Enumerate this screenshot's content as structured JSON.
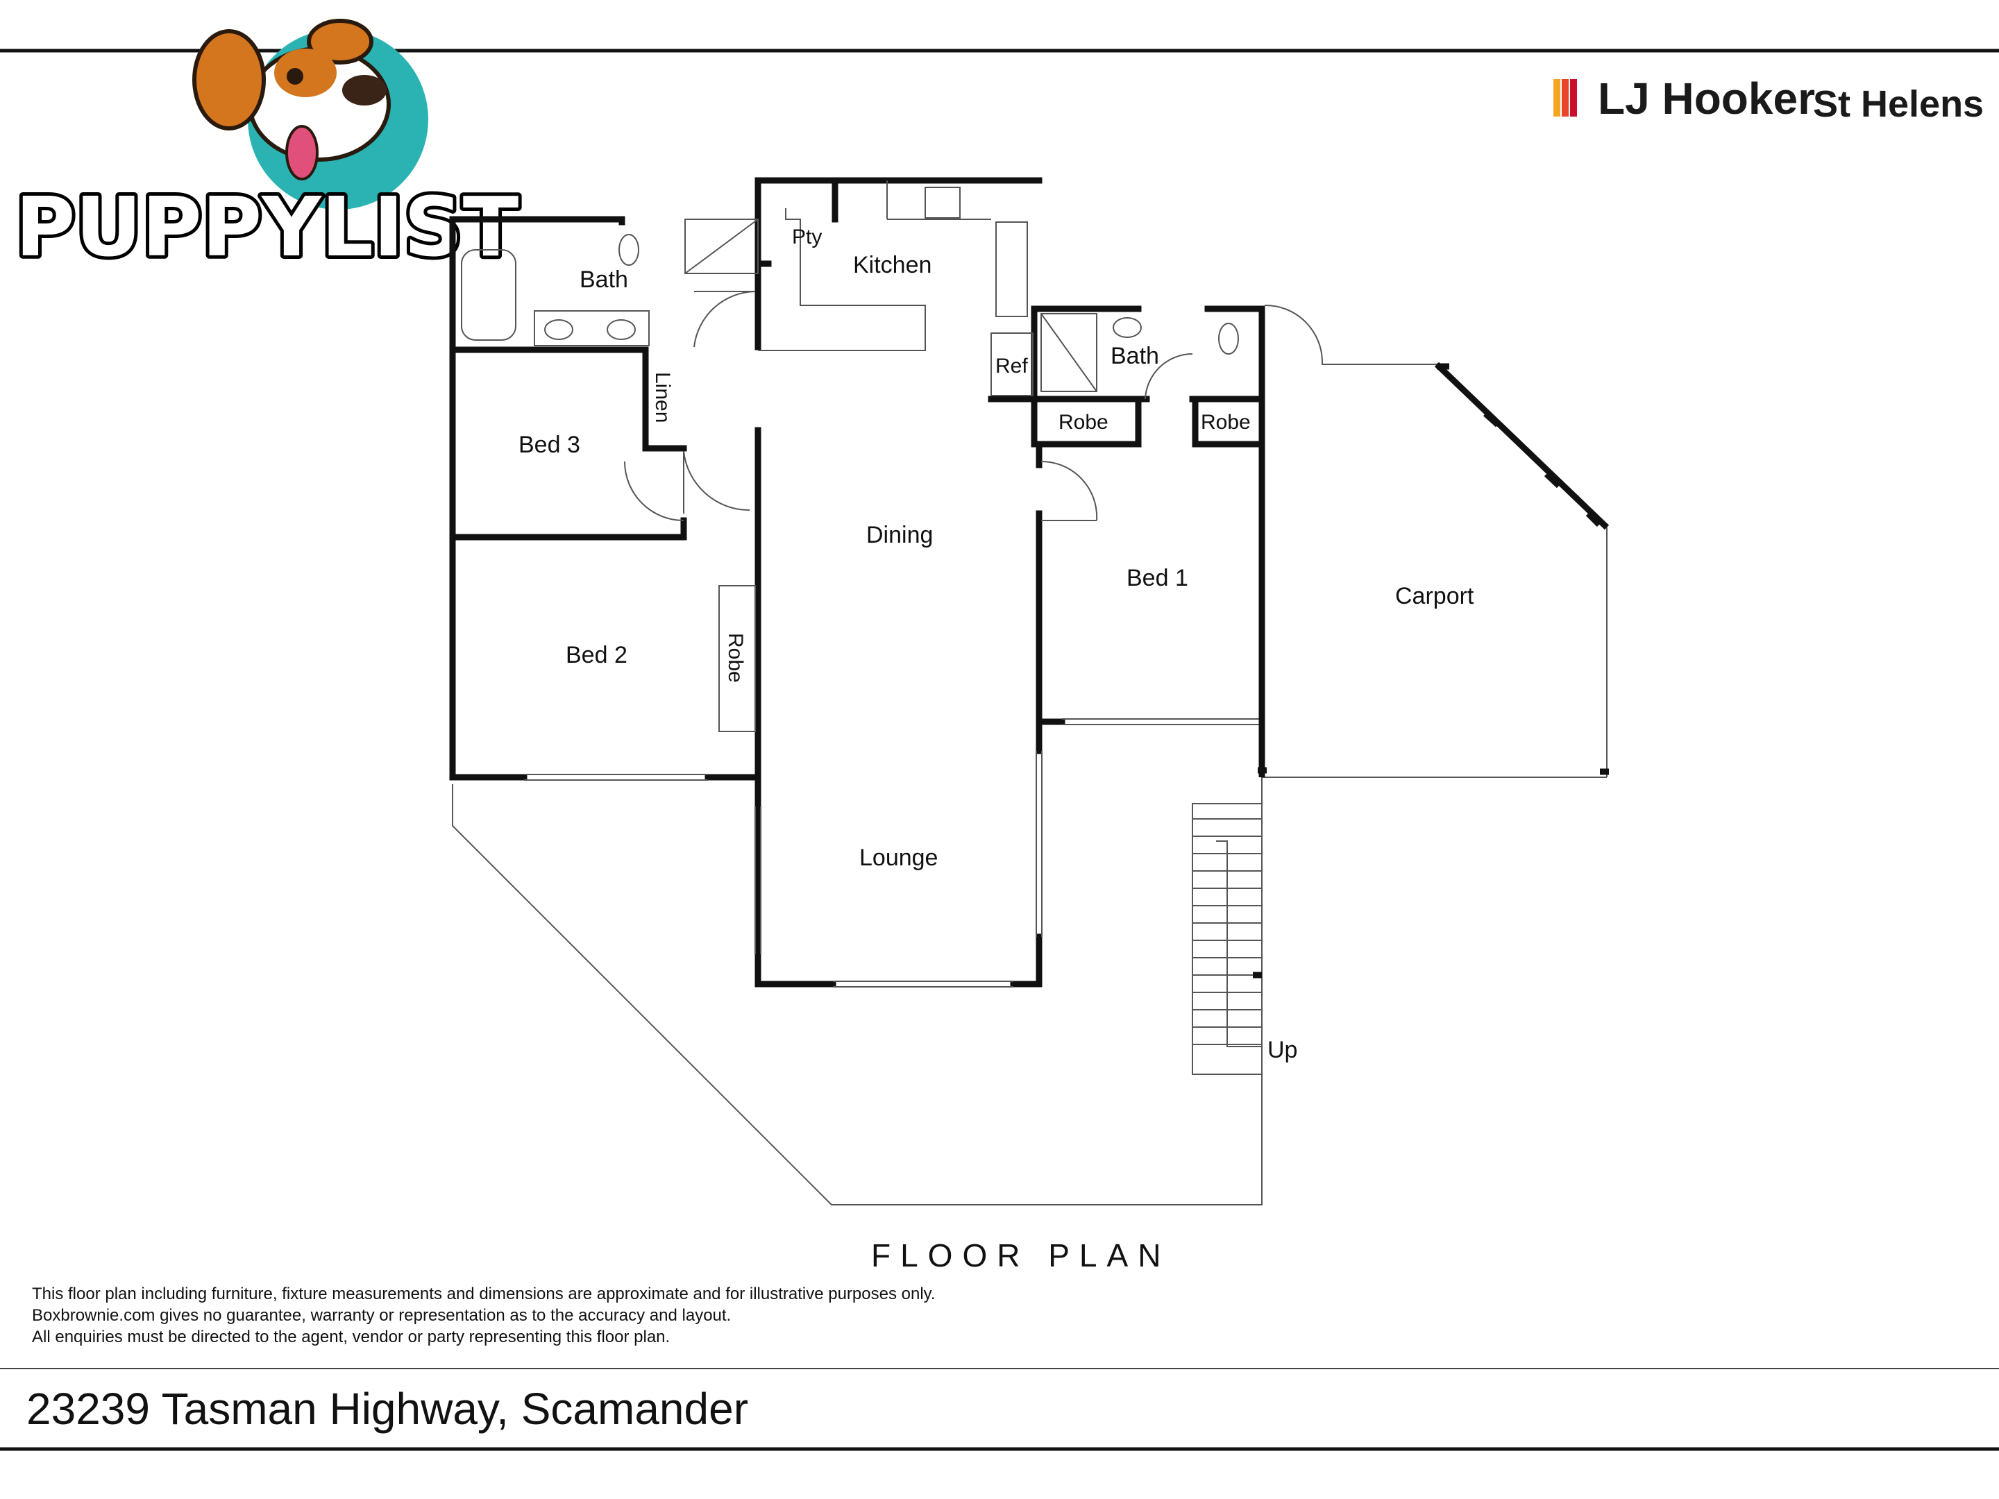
{
  "watermark": {
    "text": "PUPPYLIST"
  },
  "agency": {
    "brand": "LJ Hooker",
    "office": "St Helens",
    "brand_colors": [
      "#f5a623",
      "#e8452c",
      "#c8102e"
    ]
  },
  "rooms": {
    "bath_main": "Bath",
    "pantry": "Pty",
    "kitchen": "Kitchen",
    "linen": "Linen",
    "bed3": "Bed 3",
    "bed2": "Bed 2",
    "robe_bed2": "Robe",
    "dining": "Dining",
    "lounge": "Lounge",
    "ref": "Ref",
    "bath_ensuite": "Bath",
    "robe1": "Robe",
    "robe2": "Robe",
    "bed1": "Bed 1",
    "carport": "Carport",
    "stairs": "Up"
  },
  "plan_title": "FLOOR PLAN",
  "disclaimer": [
    "This floor plan including furniture, fixture measurements and dimensions are approximate and for illustrative purposes only.",
    "Boxbrownie.com gives no guarantee, warranty or representation as to the accuracy and layout.",
    "All enquiries must be directed to the agent, vendor or party representing this floor plan."
  ],
  "address": "23239 Tasman Highway, Scamander",
  "colors": {
    "wall": "#111111",
    "thin_line": "#555555",
    "logo_teal": "#2bb3b3"
  }
}
